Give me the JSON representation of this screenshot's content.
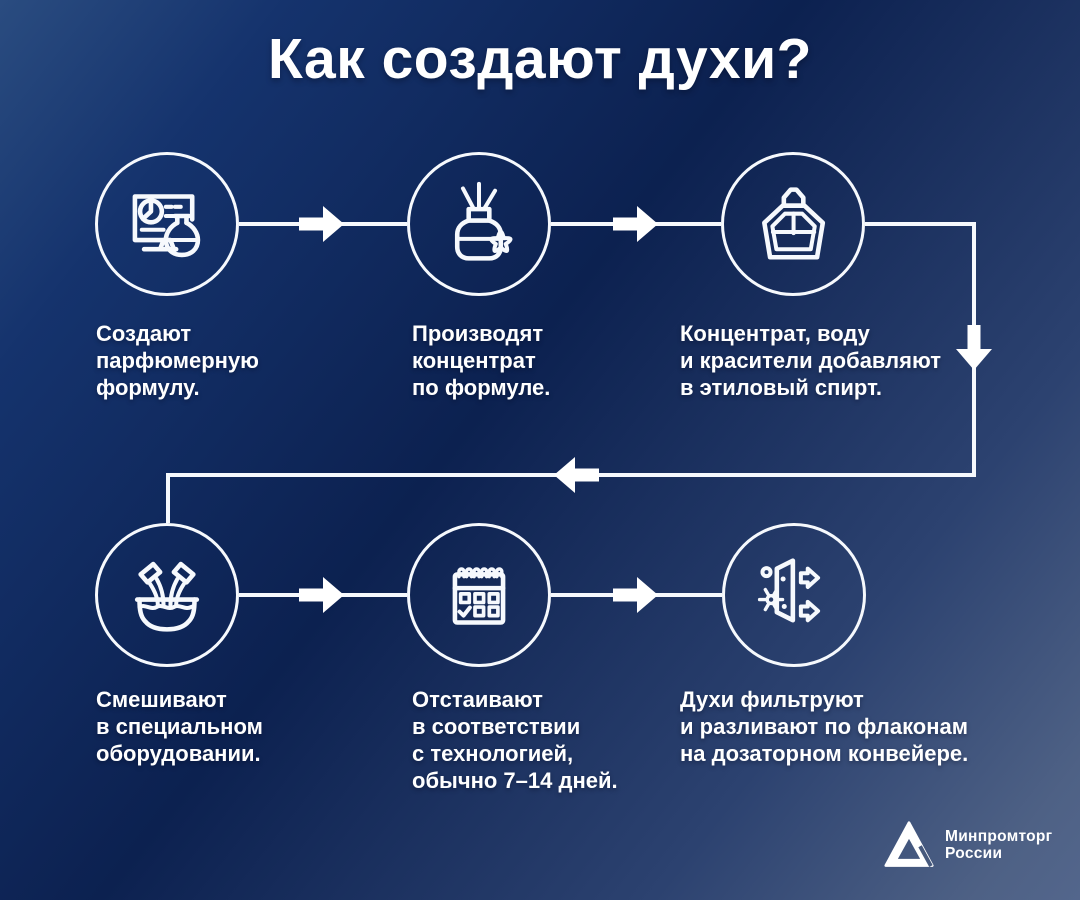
{
  "title": "Как создают духи?",
  "colors": {
    "background_top_left": "#2a4c80",
    "background_center": "#0c2150",
    "background_bottom_right": "#4e6185",
    "text": "#ffffff",
    "line": "#f6f9fd"
  },
  "flow": {
    "arrow_directions": [
      "right",
      "right",
      "down",
      "left",
      "right",
      "right"
    ]
  },
  "steps": [
    {
      "icon": "monitor-flask-icon",
      "caption": "Создают\nпарфюмерную\nформулу."
    },
    {
      "icon": "aroma-diffuser-icon",
      "caption": "Производят\nконцентрат\nпо формуле."
    },
    {
      "icon": "perfume-bottle-icon",
      "caption": "Концентрат, воду\nи красители добавляют\nв этиловый спирт."
    },
    {
      "icon": "mixing-equipment-icon",
      "caption": "Смешивают\nв специальном\nоборудовании."
    },
    {
      "icon": "calendar-icon",
      "caption": "Отстаивают\nв соответствии\nс технологией,\nобычно 7–14 дней."
    },
    {
      "icon": "filter-bottling-icon",
      "caption": "Духи фильтруют\nи разливают по флаконам\nна дозаторном конвейере."
    }
  ],
  "footer": {
    "org_name_line1": "Минпромторг",
    "org_name_line2": "России"
  }
}
